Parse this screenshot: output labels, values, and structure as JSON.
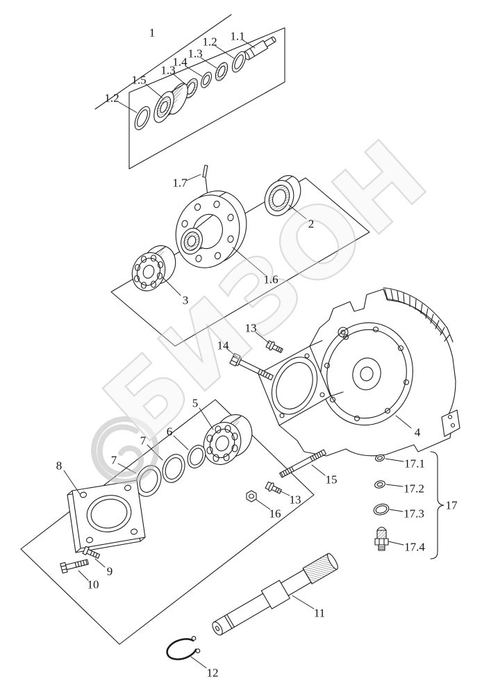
{
  "watermark": {
    "text": "БИЗОН",
    "color": "#bdbdbd"
  },
  "diagram": {
    "ink": "#1c1c1c",
    "background": "#ffffff"
  },
  "labels": {
    "n1": "1",
    "n1_1": "1.1",
    "n1_2a": "1.2",
    "n1_3a": "1.3",
    "n1_4": "1.4",
    "n1_3b": "1.3",
    "n1_5": "1.5",
    "n1_2b": "1.2",
    "n1_7": "1.7",
    "n2": "2",
    "n1_6": "1.6",
    "n3": "3",
    "n13a": "13",
    "n14": "14",
    "n4": "4",
    "n5": "5",
    "n6": "6",
    "n7a": "7",
    "n7b": "7",
    "n8": "8",
    "n15": "15",
    "n13b": "13",
    "n16": "16",
    "n17_1": "17.1",
    "n17_2": "17.2",
    "n17_3": "17.3",
    "n17": "17",
    "n17_4": "17.4",
    "n9": "9",
    "n10": "10",
    "n11": "11",
    "n12": "12"
  }
}
